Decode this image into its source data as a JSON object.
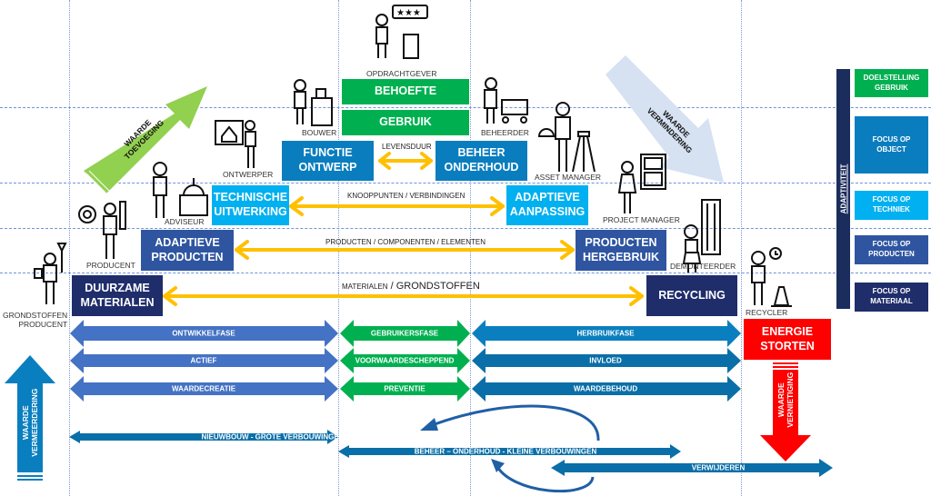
{
  "colors": {
    "green": "#00b050",
    "object_blue": "#0a7dbf",
    "tech_blue": "#00b0f0",
    "product_blue": "#2f55a1",
    "material_navy": "#1f2d6b",
    "adaptiviteit_navy": "#1b2d5c",
    "energie_red": "#ff0000",
    "orange_arrow": "#ffc000",
    "phase_blue": "#4472c4",
    "phase_green": "#00b050",
    "phase_teal": "#0a7fbf",
    "light_green_arrow": "#92d050",
    "light_blue_arrow": "#d6e1f2"
  },
  "top": {
    "behoefte": "BEHOEFTE",
    "gebruik": "GEBRUIK"
  },
  "boxes": {
    "functie_ontwerp": "FUNCTIE\nONTWERP",
    "beheer_onderhoud": "BEHEER\nONDERHOUD",
    "technische_uitwerking": "TECHNISCHE\nUITWERKING",
    "adaptieve_aanpassing": "ADAPTIEVE\nAANPASSING",
    "adaptieve_producten": "ADAPTIEVE\nPRODUCTEN",
    "producten_hergebruik": "PRODUCTEN\nHERGEBRUIK",
    "duurzame_materialen": "DUURZAME\nMATERIALEN",
    "recycling": "RECYCLING",
    "energie_storten": "ENERGIE\nSTORTEN"
  },
  "flows": {
    "levensduur": "LEVENSDUUR",
    "knooppunten": "KNOOPPUNTEN / VERBINDINGEN",
    "producten": "PRODUCTEN / COMPONENTEN  / ELEMENTEN",
    "materialen_small": "MATERIALEN",
    "materialen_large": " / GRONDSTOFFEN"
  },
  "roles": {
    "opdrachtgever": "OPDRACHTGEVER",
    "bouwer": "BOUWER",
    "beheerder": "BEHEERDER",
    "ontwerper": "ONTWERPER",
    "asset_manager": "ASSET MANAGER",
    "adviseur": "ADVISEUR",
    "project_manager": "PROJECT MANAGER",
    "producent": "PRODUCENT",
    "demonteerder": "DEMONTEERDER",
    "grondstoffen_producent": "GRONDSTOFFEN\nPRODUCENT",
    "recycler": "RECYCLER"
  },
  "value_arrows": {
    "toevoeging": "WAARDE\nTOEVOEGING",
    "vermindering": "WAARDE\nVERMINDERING",
    "vermeerdering": "WAARDE\nVERMEERDERING",
    "vernietiging": "WAARDE\nVERNIETIGING"
  },
  "phases": [
    {
      "blue": "ONTWIKKELFASE",
      "green": "GEBRUIKERSFASE",
      "teal": "HERBRUIKFASE"
    },
    {
      "blue": "ACTIEF",
      "green": "VOORWAARDESCHEPPEND",
      "teal": "INVLOED"
    },
    {
      "blue": "WAARDECREATIE",
      "green": "PREVENTIE",
      "teal": "WAARDEBEHOUD"
    }
  ],
  "bottom_flows": {
    "nieuwbouw": "NIEUWBOUW - GROTE VERBOUWINGEN",
    "beheer": "BEHEER – ONDERHOUD - KLEINE VERBOUWINGEN",
    "verwijderen": "VERWIJDEREN"
  },
  "legend": {
    "axis_label": "ADAPTIVITEIT",
    "items": [
      "DOELSTELLING\nGEBRUIK",
      "FOCUS OP\nOBJECT",
      "FOCUS OP\nTECHNIEK",
      "FOCUS OP\nPRODUCTEN",
      "FOCUS OP\nMATERIAAL"
    ]
  }
}
